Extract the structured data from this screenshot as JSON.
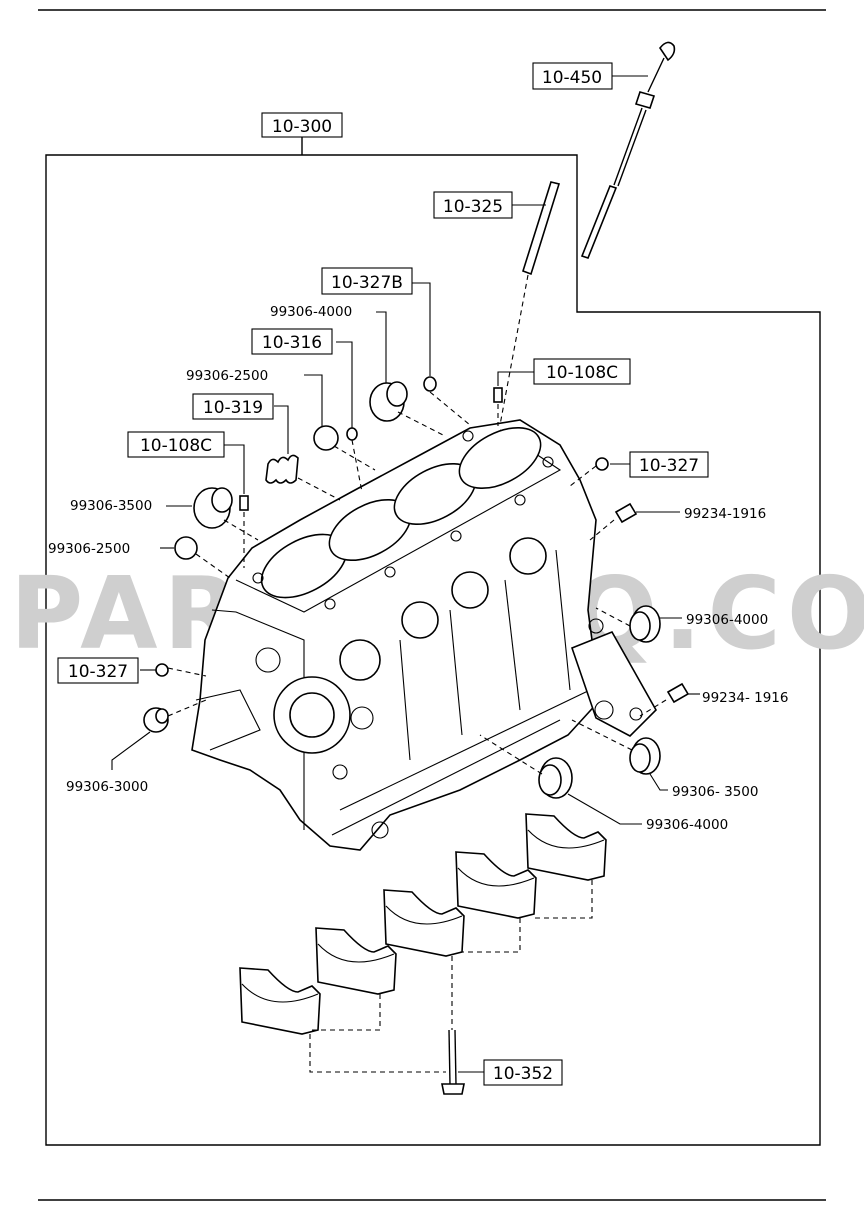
{
  "watermark": "PARTSOUQ.COM",
  "callouts": {
    "dipstick": "10-450",
    "block_assembly": "10-300",
    "dipstick_tube": "10-325",
    "plug_b": "10-327B",
    "stud_316": "10-316",
    "dowel_108c_top": "10-108C",
    "spring_319": "10-319",
    "dowel_108c_left": "10-108C",
    "plug_right": "10-327",
    "plug_left": "10-327",
    "cap_bolt": "10-352"
  },
  "part_labels": {
    "plug_4000_top": "99306-4000",
    "plug_2500_top": "99306-2500",
    "plug_3500_left": "99306-3500",
    "plug_2500_left": "99306-2500",
    "plug_3000_left": "99306-3000",
    "pin_1916_upper": "99234-1916",
    "plug_4000_right": "99306-4000",
    "pin_1916_lower": "99234- 1916",
    "plug_3500_right": "99306- 3500",
    "plug_4000_bottom": "99306-4000"
  }
}
